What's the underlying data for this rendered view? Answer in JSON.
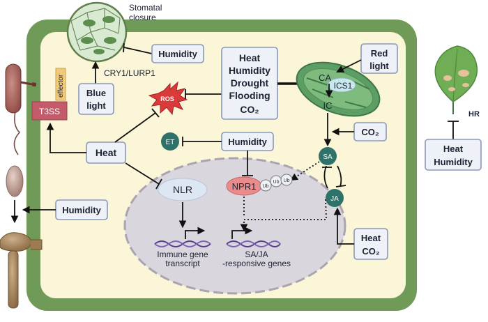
{
  "labels": {
    "stomatal_closure_line1": "Stomatal",
    "stomatal_closure_line2": "closure",
    "cry1_lurp1": "CRY1/LURP1",
    "effector": "effector",
    "t3ss": "T3SS",
    "ros": "ROS",
    "ca": "CA",
    "ics1": "ICS1",
    "ic": "IC",
    "sa": "SA",
    "ja": "JA",
    "et": "ET",
    "nlr": "NLR",
    "npr1": "NPR1",
    "ub": "Ub",
    "immune_line1": "Immune gene",
    "immune_line2": "transcript",
    "saja_line1": "SA/JA",
    "saja_line2": "-responsive genes",
    "hr": "HR"
  },
  "boxes": {
    "humidity_stomata": "Humidity",
    "blue_light_1": "Blue",
    "blue_light_2": "light",
    "stress_1": "Heat",
    "stress_2": "Humidity",
    "stress_3": "Drought",
    "stress_4": "Flooding",
    "stress_5": "CO₂",
    "red_light_1": "Red",
    "red_light_2": "light",
    "co2_ic": "CO₂",
    "heat_center": "Heat",
    "humidity_center": "Humidity",
    "humidity_left": "Humidity",
    "heat_co2_1": "Heat",
    "heat_co2_2": "CO₂",
    "heat_hr": "Heat",
    "humidity_hr": "Humidity"
  },
  "colors": {
    "cell_wall": "#6f9a57",
    "cytoplasm": "#fbf6d8",
    "nucleus": "#d9d6de",
    "chloroplast": "#5c9e63",
    "t3ss": "#c45b6a",
    "effector": "#f0c97a",
    "npr1": "#e98c8c",
    "sa_ja_et": "#2f7269",
    "ros": "#d93b3b",
    "box_border": "#8a98b8",
    "box_fill": "#eef1f8"
  }
}
